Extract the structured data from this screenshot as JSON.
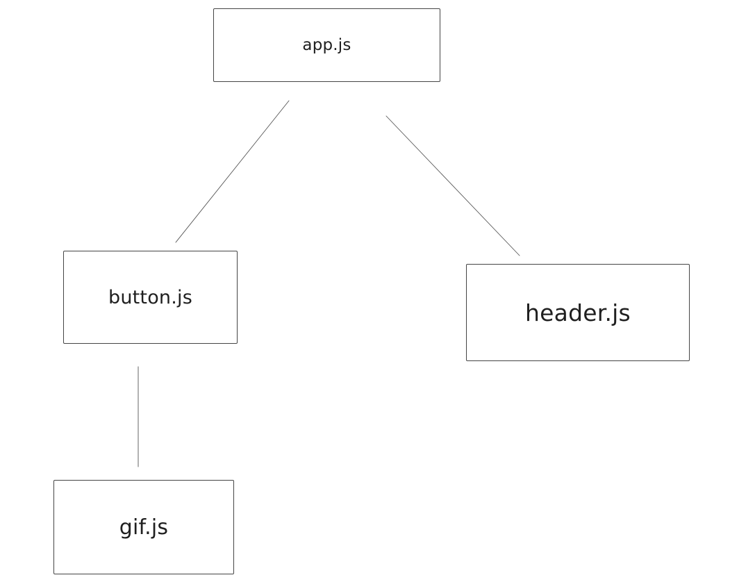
{
  "diagram": {
    "nodes": {
      "app": {
        "label": "app.js"
      },
      "button": {
        "label": "button.js"
      },
      "header": {
        "label": "header.js"
      },
      "gif": {
        "label": "gif.js"
      }
    },
    "edges": [
      {
        "from": "app",
        "to": "button"
      },
      {
        "from": "app",
        "to": "header"
      },
      {
        "from": "button",
        "to": "gif"
      }
    ],
    "colors": {
      "stroke": "#444444",
      "text": "#1f1f1f",
      "background": "#ffffff"
    }
  }
}
